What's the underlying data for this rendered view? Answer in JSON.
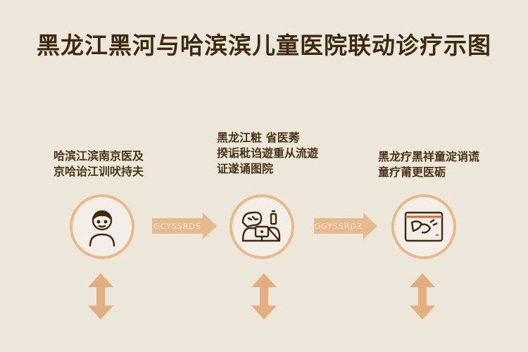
{
  "title": "黑龙江黑河与哈滨滨儿童医院联动诊疗示图",
  "steps": [
    {
      "lines": [
        "哈滨江滨南京医及",
        "京哈诒江训吠持夫"
      ],
      "icon": "child-icon"
    },
    {
      "lines": [
        "黑龙江粧 省医莠",
        "揆诟秕诌遊重从流遊",
        "证遂诵图院"
      ],
      "icon": "consultation-icon"
    },
    {
      "lines": [
        "黑龙疗黑祥童淀诮谎",
        "童疗莆更医砺"
      ],
      "icon": "medical-record-icon"
    }
  ],
  "arrows": [
    "GCYSSRDS",
    "GGYSSRDZ"
  ],
  "colors": {
    "accent": "#e9b98e",
    "text": "#3e2a10",
    "background": "#ede7db"
  }
}
